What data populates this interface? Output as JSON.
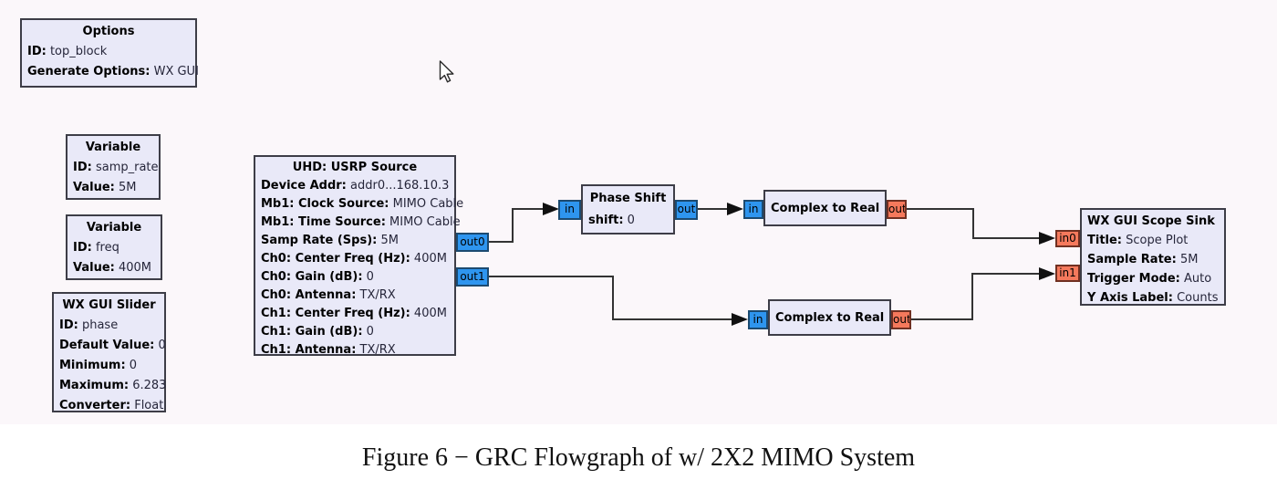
{
  "colors": {
    "canvas_bg": "#fbf7fa",
    "block_fill": "#e9e9f8",
    "block_border": "#3d3d47",
    "port_complex_blue": "#2e95ef",
    "port_float_orange": "#f5795c",
    "wire": "#333333"
  },
  "blocks": {
    "options": {
      "title": "Options",
      "params": [
        {
          "key": "ID:",
          "value": "top_block"
        },
        {
          "key": "Generate Options:",
          "value": "WX GUI"
        }
      ]
    },
    "variable_samp_rate": {
      "title": "Variable",
      "params": [
        {
          "key": "ID:",
          "value": "samp_rate"
        },
        {
          "key": "Value:",
          "value": "5M"
        }
      ]
    },
    "variable_freq": {
      "title": "Variable",
      "params": [
        {
          "key": "ID:",
          "value": "freq"
        },
        {
          "key": "Value:",
          "value": "400M"
        }
      ]
    },
    "wx_gui_slider": {
      "title": "WX GUI Slider",
      "params": [
        {
          "key": "ID:",
          "value": "phase"
        },
        {
          "key": "Default Value:",
          "value": "0"
        },
        {
          "key": "Minimum:",
          "value": "0"
        },
        {
          "key": "Maximum:",
          "value": "6.283"
        },
        {
          "key": "Converter:",
          "value": "Float"
        }
      ]
    },
    "usrp_source": {
      "title": "UHD: USRP Source",
      "params": [
        {
          "key": "Device Addr:",
          "value": "addr0...168.10.3"
        },
        {
          "key": "Mb1: Clock Source:",
          "value": "MIMO Cable"
        },
        {
          "key": "Mb1: Time Source:",
          "value": "MIMO Cable"
        },
        {
          "key": "Samp Rate (Sps):",
          "value": "5M"
        },
        {
          "key": "Ch0: Center Freq (Hz):",
          "value": "400M"
        },
        {
          "key": "Ch0: Gain (dB):",
          "value": "0"
        },
        {
          "key": "Ch0: Antenna:",
          "value": "TX/RX"
        },
        {
          "key": "Ch1: Center Freq (Hz):",
          "value": "400M"
        },
        {
          "key": "Ch1: Gain (dB):",
          "value": "0"
        },
        {
          "key": "Ch1: Antenna:",
          "value": "TX/RX"
        }
      ],
      "ports": {
        "out0": "out0",
        "out1": "out1"
      }
    },
    "phase_shift": {
      "title": "Phase Shift",
      "params": [
        {
          "key": "shift:",
          "value": "0"
        }
      ],
      "ports": {
        "in": "in",
        "out": "out"
      }
    },
    "complex_to_real_1": {
      "title": "Complex to Real",
      "params": [],
      "ports": {
        "in": "in",
        "out": "out"
      }
    },
    "complex_to_real_2": {
      "title": "Complex to Real",
      "params": [],
      "ports": {
        "in": "in",
        "out": "out"
      }
    },
    "scope_sink": {
      "title": "WX GUI Scope Sink",
      "params": [
        {
          "key": "Title:",
          "value": "Scope Plot"
        },
        {
          "key": "Sample Rate:",
          "value": "5M"
        },
        {
          "key": "Trigger Mode:",
          "value": "Auto"
        },
        {
          "key": "Y Axis Label:",
          "value": "Counts"
        }
      ],
      "ports": {
        "in0": "in0",
        "in1": "in1"
      }
    }
  },
  "caption": "Figure 6 − GRC Flowgraph of w/ 2X2 MIMO System"
}
